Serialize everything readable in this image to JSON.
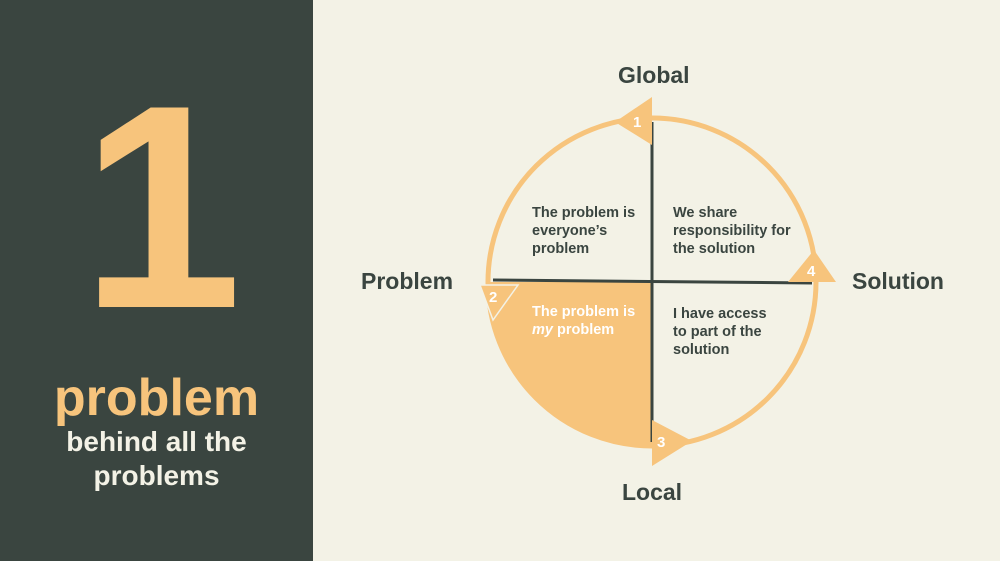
{
  "left_panel": {
    "number": "1",
    "headline": "problem",
    "subtitle": "behind all the problems"
  },
  "axes": {
    "top": "Global",
    "bottom": "Local",
    "left": "Problem",
    "right": "Solution"
  },
  "quadrants": {
    "top_left": "The problem is everyone’s problem",
    "top_right": "We share responsibility for the solution",
    "bottom_left_prefix": "The problem is ",
    "bottom_left_emphasis": "my",
    "bottom_left_suffix": " problem",
    "bottom_right": "I have access to part of the solution"
  },
  "steps": [
    "1",
    "2",
    "3",
    "4"
  ],
  "colors": {
    "dark": "#3a4540",
    "accent": "#f7c47c",
    "background": "#f3f2e6"
  }
}
